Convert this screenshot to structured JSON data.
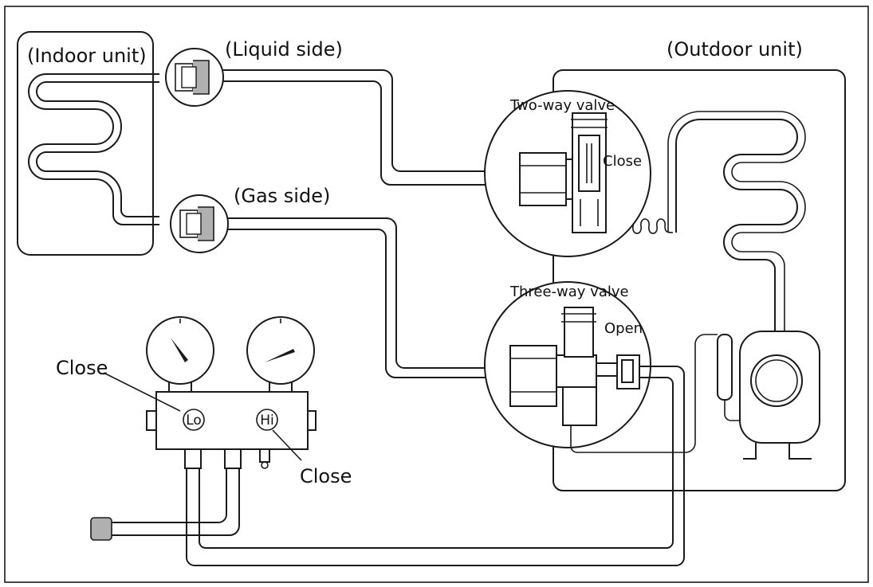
{
  "labels": {
    "indoor_unit": "(Indoor unit)",
    "liquid_side": "(Liquid side)",
    "gas_side": "(Gas side)",
    "outdoor_unit": "(Outdoor unit)",
    "two_way_valve": "Two-way valve",
    "two_way_state": "Close",
    "three_way_valve": "Three-way valve",
    "three_way_state": "Open",
    "lo_valve_state": "Close",
    "hi_valve_state": "Close",
    "lo": "Lo",
    "hi": "Hi"
  },
  "colors": {
    "line": "#1a1a1a",
    "background": "#ffffff",
    "fitting_shade": "#b0b0b0"
  }
}
